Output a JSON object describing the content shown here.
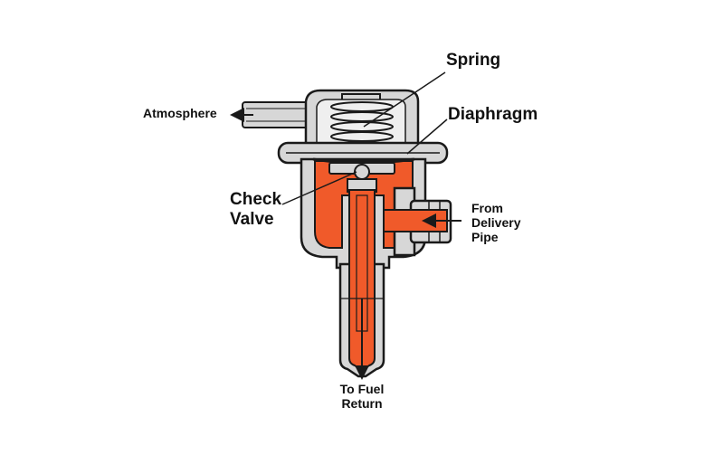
{
  "labels": {
    "spring": "Spring",
    "diaphragm": "Diaphragm",
    "atmosphere": "Atmosphere",
    "check_valve_1": "Check",
    "check_valve_2": "Valve",
    "from_1": "From",
    "from_2": "Delivery",
    "from_3": "Pipe",
    "return_1": "To Fuel",
    "return_2": "Return"
  },
  "colors": {
    "fuel": "#f05a2a",
    "body": "#d7d7d7",
    "outline": "#1a1a1a"
  }
}
